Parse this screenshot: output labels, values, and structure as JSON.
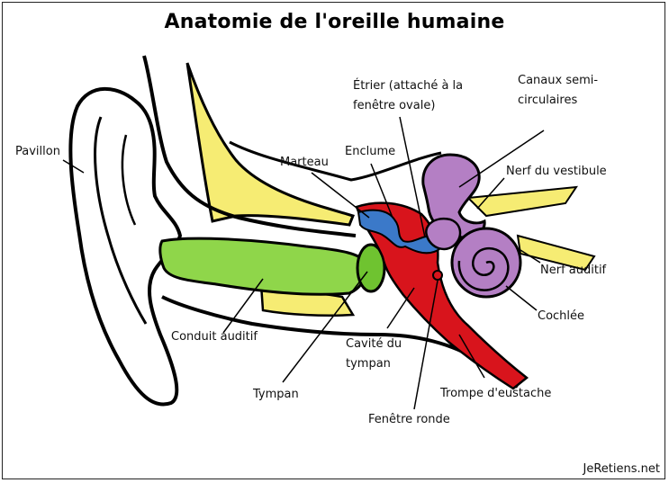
{
  "title": "Anatomie de l'oreille humaine",
  "labels": {
    "pavillon": "Pavillon",
    "etrier_1": "Étrier (attaché à la",
    "etrier_2": "fenêtre ovale)",
    "canaux_1": "Canaux semi-",
    "canaux_2": "circulaires",
    "marteau": "Marteau",
    "enclume": "Enclume",
    "nerf_vestibule": "Nerf du vestibule",
    "nerf_auditif": "Nerf auditif",
    "cochlee": "Cochlée",
    "conduit_auditif": "Conduit auditif",
    "cavite_1": "Cavité du",
    "cavite_2": "tympan",
    "tympan": "Tympan",
    "trompe": "Trompe d'eustache",
    "fenetre_ronde": "Fenêtre ronde"
  },
  "credit": "JeRetiens.net",
  "colors": {
    "bone": "#f6ec73",
    "canal": "#8fd64a",
    "tympan": "#6fc330",
    "middle_ear": "#d8141c",
    "ossicles": "#3b79c9",
    "inner_ear": "#b47fc4",
    "outline": "#000000"
  }
}
